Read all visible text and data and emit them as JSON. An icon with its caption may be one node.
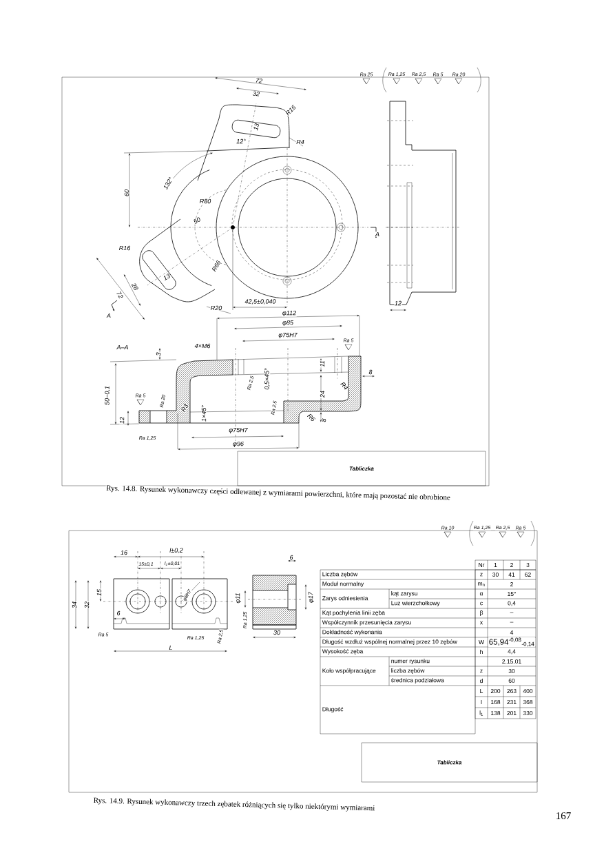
{
  "diagram": {
    "nodes": [
      {
        "text": [
          "Tabliczka"
        ]
      },
      {
        "text": [
          "Tabliczka"
        ]
      }
    ],
    "labels": [
      "Ra 25",
      "Ra 1,25",
      "Ra 2,5",
      "Ra 5",
      "Ra 20",
      "72",
      "32",
      "R16",
      "13",
      "12°",
      "R4",
      "60",
      "132°",
      "R80",
      "50",
      "A",
      "R16",
      "13",
      "R66",
      "28",
      "72",
      "A",
      "R20",
      "42,5±0,040",
      "12",
      "φ112",
      "φ85",
      "φ75H7",
      "A–A",
      "4×M6",
      "3",
      "Ra 5",
      "0,5×45°",
      "11",
      "Ra 2,5",
      "8",
      "R4",
      "24",
      "50−0,1",
      "Ra 5",
      "Ra 20",
      "R3",
      "1×45°",
      "Ra 2,5",
      "R6",
      "8",
      "12",
      "Ra 1,25",
      "φ75H7",
      "φ96",
      "Rys. 14.8. Rysunek wykonawczy części odlewanej z wymiarami powierzchni, które mają pozostać nie obrobione",
      "Ra 10",
      "Ra 1,25",
      "Ra 2,5",
      "Ra 5",
      "16",
      "l±0,2",
      "15±0,1",
      "l$_{1}$±0,01",
      "6",
      "34",
      "32",
      "15",
      "6",
      "φ8H7",
      "Ra 5",
      "Ra 1,25",
      "Ra 2,5",
      "L",
      "φ11",
      "φ17",
      "Ra 1,25",
      "30",
      "Nr",
      "1",
      "2",
      "3",
      "Liczba zębów",
      "z",
      "30",
      "41",
      "62",
      "Moduł normalny",
      "m$_{n}$",
      "2",
      "Zarys odniesienia",
      "kąt zarysu",
      "α",
      "15°",
      "Luz wierzchołkowy",
      "c",
      "0,4",
      "Kąt pochylenia linii zęba",
      "β",
      "–",
      "Współczynnik przesunięcia zarysu",
      "x",
      "–",
      "Dokładność wykonania",
      "4",
      "Długość wzdłuż wspólnej normalnej przez 10 zębów",
      "W",
      "65,94$^{-0,08}$$_{-0,14}$",
      "Wysokość zęba",
      "h",
      "4,4",
      "Koło współpracujące",
      "numer rysunku",
      "2.15.01",
      "liczba zębów",
      "z",
      "30",
      "średnica podziałowa",
      "d",
      "60",
      "Długość",
      "L",
      "200",
      "263",
      "400",
      "l",
      "168",
      "231",
      "368",
      "l$_{1}$",
      "138",
      "201",
      "330",
      "Rys. 14.9. Rysunek wykonawczy trzech zębatek różniących się tylko niektórymi wymiarami",
      "167"
    ]
  }
}
